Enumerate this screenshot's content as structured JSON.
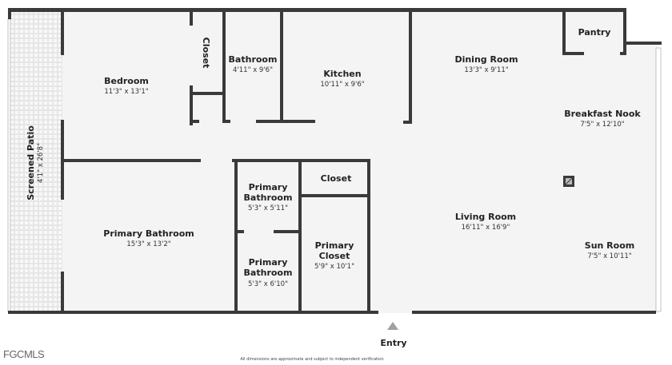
{
  "rooms": {
    "bedroom": {
      "name": "Bedroom",
      "dim": "11'3\" x 13'1\""
    },
    "closet_top": {
      "name": "Closet"
    },
    "bathroom": {
      "name": "Bathroom",
      "dim": "4'11\" x 9'6\""
    },
    "kitchen": {
      "name": "Kitchen",
      "dim": "10'11\" x 9'6\""
    },
    "dining": {
      "name": "Dining Room",
      "dim": "13'3\" x 9'11\""
    },
    "pantry": {
      "name": "Pantry"
    },
    "nook": {
      "name": "Breakfast Nook",
      "dim": "7'5\" x 12'10\""
    },
    "patio": {
      "name": "Screened Patio",
      "dim": "4'1\" x 26'8\""
    },
    "primary_bath_main": {
      "name": "Primary Bathroom",
      "dim": "15'3\" x 13'2\""
    },
    "primary_bath_small1": {
      "name1": "Primary",
      "name2": "Bathroom",
      "dim": "5'3\" x 5'11\""
    },
    "closet_mid": {
      "name": "Closet"
    },
    "primary_bath_small2": {
      "name1": "Primary",
      "name2": "Bathroom",
      "dim": "5'3\" x 6'10\""
    },
    "primary_closet": {
      "name1": "Primary",
      "name2": "Closet",
      "dim": "5'9\" x 10'1\""
    },
    "living": {
      "name": "Living Room",
      "dim": "16'11\" x 16'9\""
    },
    "sun": {
      "name": "Sun Room",
      "dim": "7'5\" x 10'11\""
    }
  },
  "entry_label": "Entry",
  "logo": "FGCMLS",
  "disclaimer": "All dimensions are approximate and subject to independent verification",
  "colors": {
    "wall": "#3a3a3a",
    "floor": "#f4f4f4",
    "entry_arrow": "#a0a0a0"
  }
}
